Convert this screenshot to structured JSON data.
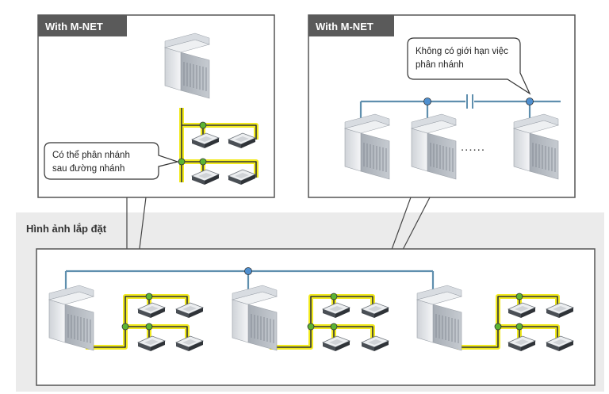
{
  "panel_left": {
    "tag": "With M-NET"
  },
  "panel_right": {
    "tag": "With M-NET"
  },
  "callout_left": {
    "line1": "Có thể phân nhánh",
    "line2": "sau đường nhánh"
  },
  "callout_right": {
    "line1": "Không có giới hạn việc",
    "line2": "phân nhánh"
  },
  "continuation": "......",
  "install": {
    "title": "Hình ảnh lắp đặt"
  },
  "colors": {
    "pipe_blue": "#5f8fae",
    "wire_yellow": "#f2ea1f",
    "node_green": "#5cb531",
    "node_blue": "#4f90d0",
    "tag_bg": "#5a5a5a",
    "install_bg": "#ebebeb",
    "border": "#555555"
  }
}
